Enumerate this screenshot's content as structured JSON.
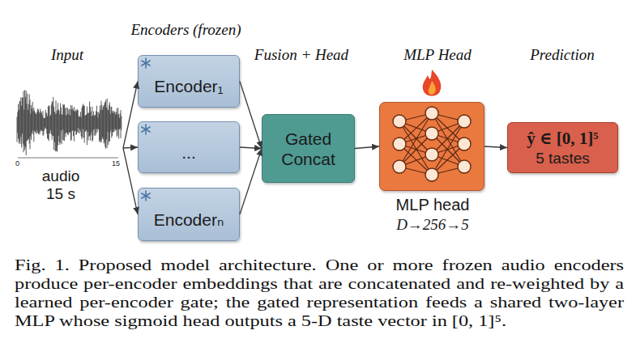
{
  "diagram": {
    "caption": "Fig. 1. Proposed model architecture. One or more frozen audio encoders produce per-encoder embeddings that are concatenated and re-weighted by a learned per-encoder gate; the gated representation feeds a shared two-layer MLP whose sigmoid head outputs a 5-D taste vector in [0, 1]⁵.",
    "nodes": [
      {
        "text": [
          "audio 15 s"
        ]
      },
      {
        "text": [
          "Encoder₁"
        ]
      },
      {
        "text": [
          "..."
        ]
      },
      {
        "text": [
          "Encoderₙ"
        ]
      },
      {
        "text": [
          "Gated Concat"
        ]
      },
      {
        "text": [
          "MLP head",
          "D→256→5"
        ]
      },
      {
        "text": [
          "ŷ ∈ [0, 1]⁵",
          "5 tastes"
        ]
      }
    ],
    "edges": [
      {
        "from": 0,
        "to": 1,
        "arrow": "to"
      },
      {
        "from": 0,
        "to": 2,
        "arrow": "to"
      },
      {
        "from": 0,
        "to": 3,
        "arrow": "to"
      },
      {
        "from": 1,
        "to": 4,
        "arrow": "to"
      },
      {
        "from": 2,
        "to": 4,
        "arrow": "to"
      },
      {
        "from": 3,
        "to": 4,
        "arrow": "to"
      },
      {
        "from": 4,
        "to": 5,
        "arrow": "to"
      },
      {
        "from": 5,
        "to": 6,
        "arrow": "to"
      }
    ],
    "labels": [
      "Input",
      "Encoders (frozen)",
      "Fusion + Head",
      "MLP Head",
      "Prediction",
      "0",
      "15"
    ]
  }
}
